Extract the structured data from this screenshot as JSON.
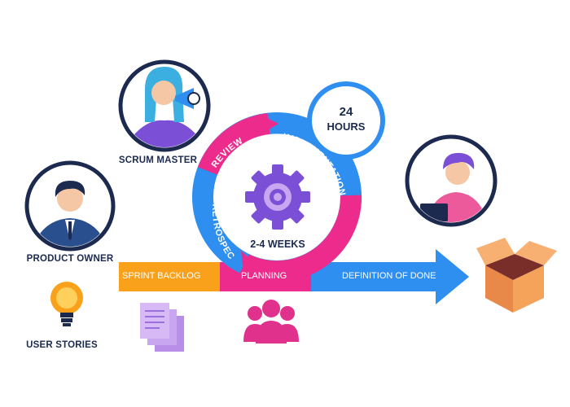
{
  "labels": {
    "scrum_master": "SCRUM MASTER",
    "product_owner": "PRODUCT OWNER",
    "user_stories": "USER STORIES",
    "sprint_backlog": "SPRINT BACKLOG",
    "planning": "PLANNING",
    "definition_of_done": "DEFINITION OF DONE",
    "review": "REVIEW",
    "implementation": "IMPLEMENTATION",
    "retrospect": "RETROSPECT",
    "duration": "2-4 WEEKS",
    "daily_number": "24",
    "daily_unit": "HOURS"
  },
  "colors": {
    "navy": "#1b2a4e",
    "blue": "#2e8ff0",
    "magenta": "#ec2b8c",
    "orange": "#f9a11b",
    "purple": "#7b4fd6",
    "lilac": "#c9a6f0",
    "box": "#f5a25a"
  },
  "icons": {
    "gear": "gear-icon",
    "bulb": "lightbulb-icon",
    "documents": "documents-icon",
    "team": "team-icon",
    "box": "box-icon"
  }
}
